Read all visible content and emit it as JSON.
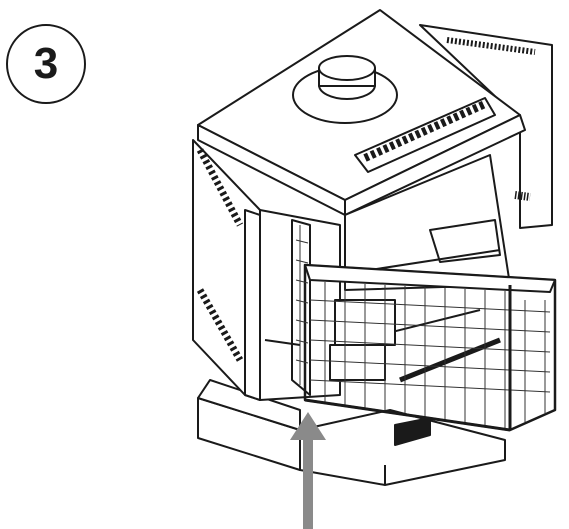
{
  "step": {
    "number": "3"
  },
  "colors": {
    "line": "#1a1a1a",
    "fill": "#ffffff",
    "arrow": "#8a8a8a",
    "mesh": "#333333"
  },
  "icons": [
    "step-badge",
    "stove-illustration",
    "up-arrow-icon"
  ]
}
